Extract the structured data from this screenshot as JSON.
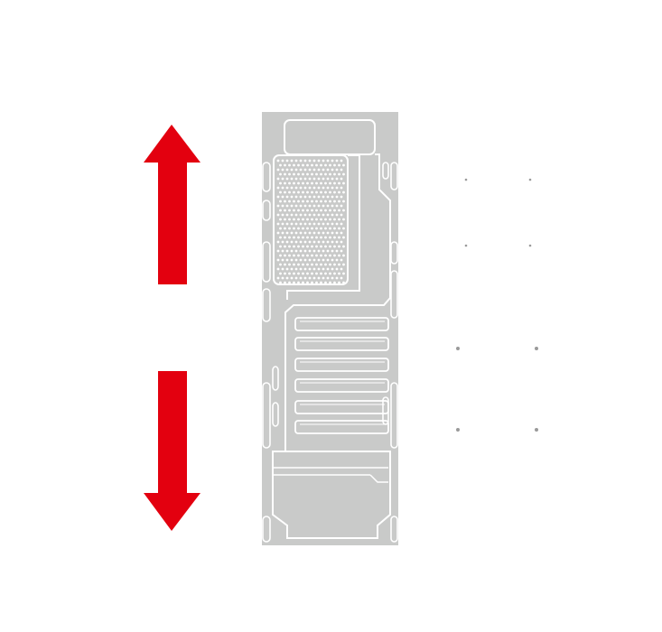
{
  "diagram": {
    "arrows": [
      {
        "name": "up-arrow-icon",
        "direction": "up"
      },
      {
        "name": "down-arrow-icon",
        "direction": "down"
      }
    ],
    "colors": {
      "arrow": "#e3000f",
      "panel": "#c9cac9",
      "panel_line": "#ffffff",
      "dot": "#9a9a9a",
      "background": "#ffffff"
    },
    "icons": [
      "up-arrow-icon",
      "down-arrow-icon",
      "case-panel-icon",
      "mount-point-dot"
    ]
  }
}
